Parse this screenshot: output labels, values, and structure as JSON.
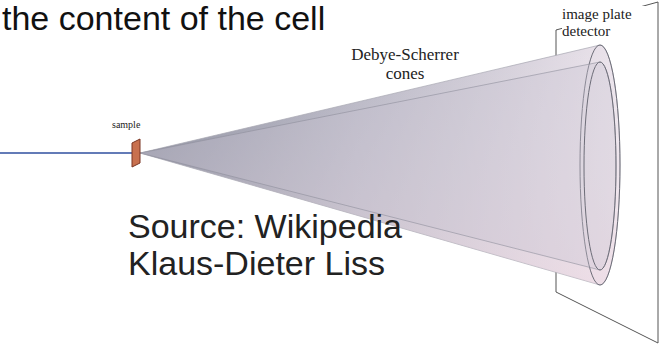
{
  "diagram": {
    "labels": [
      "the content of the cell",
      "sample",
      "Debye-Scherrer cones",
      "image plate detector",
      "Source: Wikipedia Klaus-Dieter Liss"
    ]
  }
}
